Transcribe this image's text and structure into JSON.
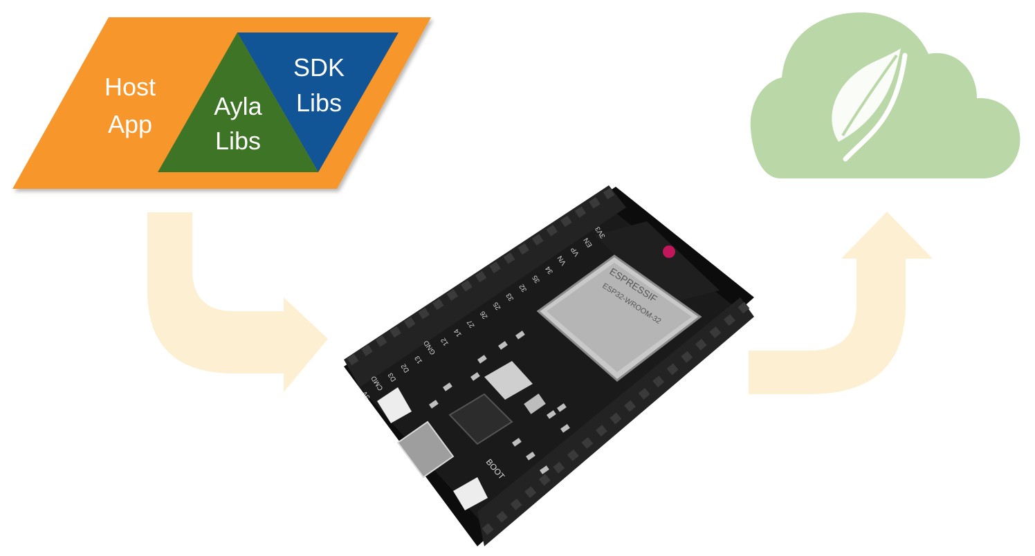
{
  "stack": {
    "host_app": {
      "line1": "Host",
      "line2": "App"
    },
    "ayla_libs": {
      "line1": "Ayla",
      "line2": "Libs"
    },
    "sdk_libs": {
      "line1": "SDK",
      "line2": "Libs"
    }
  },
  "board": {
    "module_text": {
      "line1": "ESPRESSIF",
      "line2": "ESP32-WROOM-32"
    },
    "boot_label": "BOOT",
    "pin_labels": [
      "3V3",
      "EN",
      "VP",
      "VN",
      "34",
      "35",
      "32",
      "33",
      "25",
      "26",
      "27",
      "14",
      "12",
      "GND",
      "13",
      "D2",
      "D3",
      "CMD",
      "5V"
    ]
  },
  "colors": {
    "host_app": "#f7962c",
    "ayla_libs": "#3e7425",
    "sdk_libs": "#125597",
    "arrow": "#fdefd2",
    "cloud": "#b9d7a7",
    "board": "#141414"
  },
  "icons": {
    "cloud": "cloud-icon",
    "leaf": "leaf-icon"
  }
}
